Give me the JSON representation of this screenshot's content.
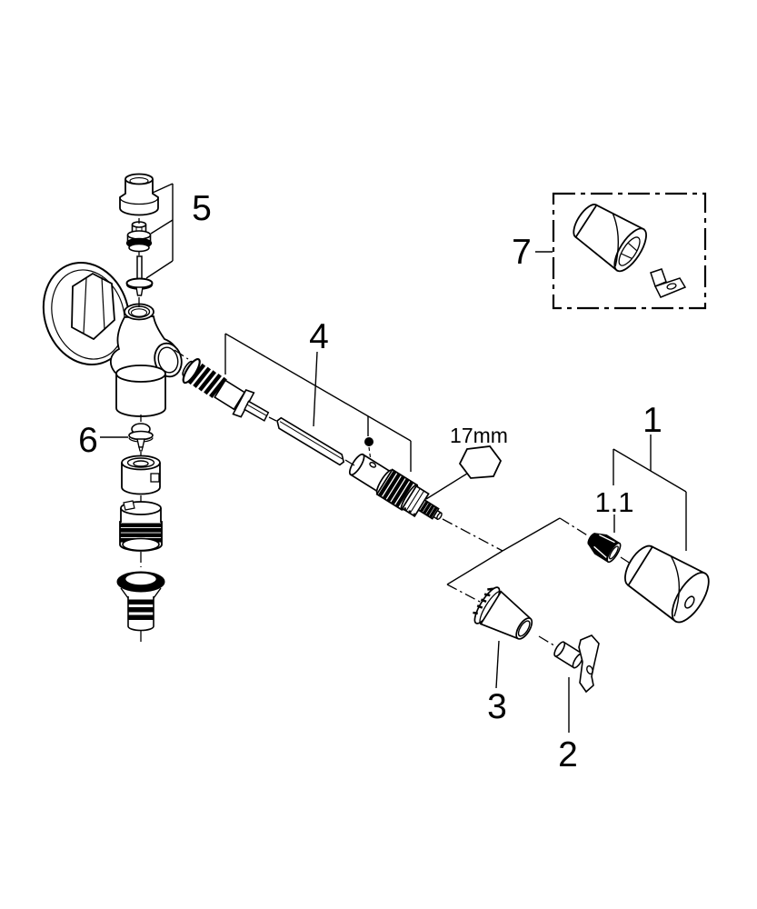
{
  "colors": {
    "background": "#ffffff",
    "line": "#000000"
  },
  "callouts": {
    "part1": "1",
    "part1_1": "1.1",
    "part2": "2",
    "part3": "3",
    "part4": "4",
    "part5": "5",
    "part6": "6",
    "part7": "7"
  },
  "annotations": {
    "wrench_size": "17mm"
  }
}
